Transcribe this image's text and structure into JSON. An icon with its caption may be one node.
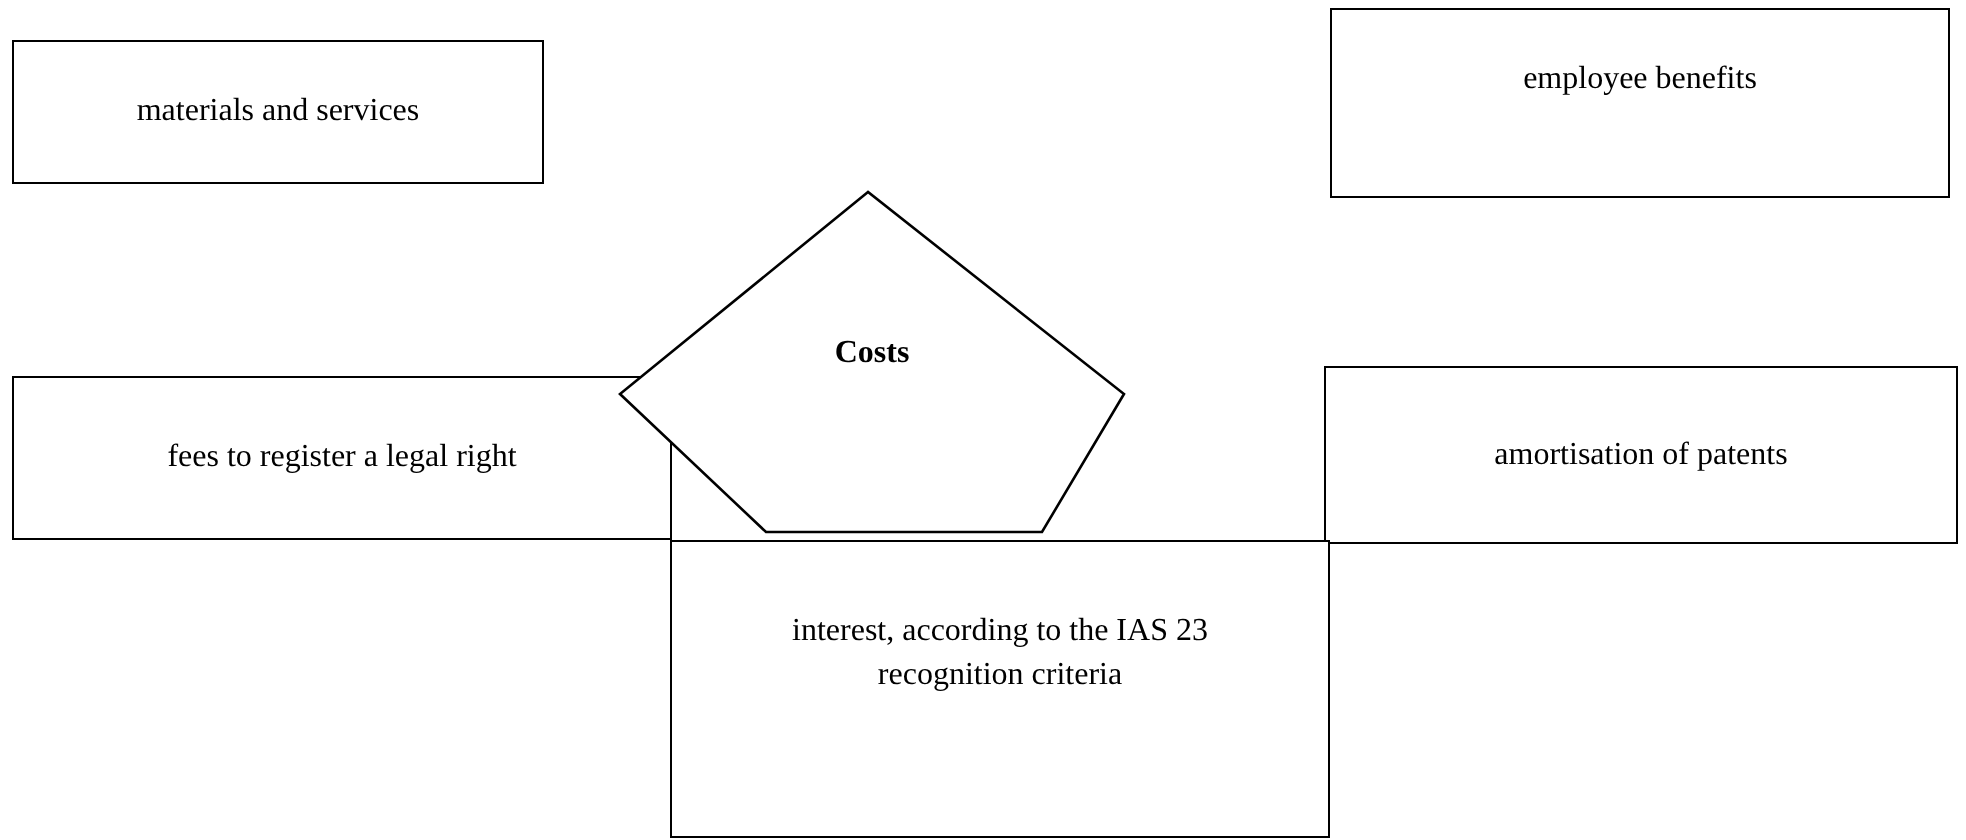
{
  "diagram": {
    "nodes": [
      {
        "text": [
          "materials and services"
        ]
      },
      {
        "text": [
          "employee benefits"
        ]
      },
      {
        "text": [
          "Costs"
        ]
      },
      {
        "text": [
          "fees to register a legal right"
        ]
      },
      {
        "text": [
          "amortisation of patents"
        ]
      },
      {
        "text": [
          "interest, according to the IAS 23 recognition criteria"
        ]
      }
    ]
  }
}
